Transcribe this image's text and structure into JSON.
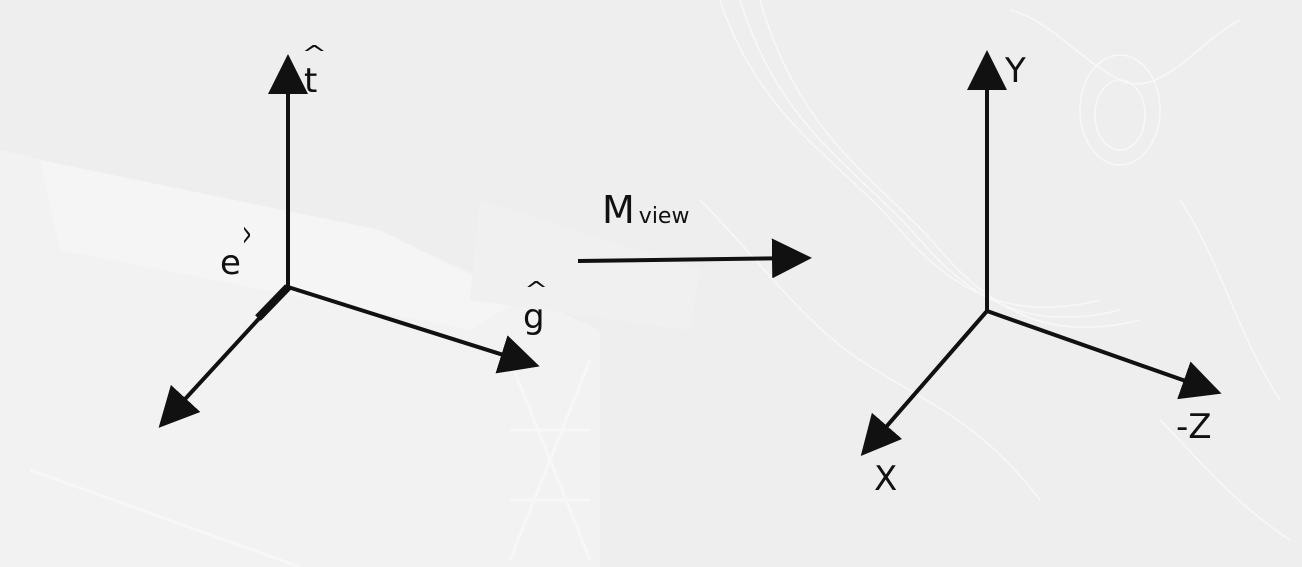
{
  "colors": {
    "background": "#eeeeee",
    "ink": "#111111",
    "texture": "#ffffff"
  },
  "left_frame": {
    "t_label": "t",
    "e_label": "e",
    "g_label": "g",
    "hat_glyph": "^"
  },
  "transform": {
    "symbol": "M",
    "subscript": "view"
  },
  "right_frame": {
    "y_label": "Y",
    "x_label": "X",
    "z_label": "-Z"
  }
}
